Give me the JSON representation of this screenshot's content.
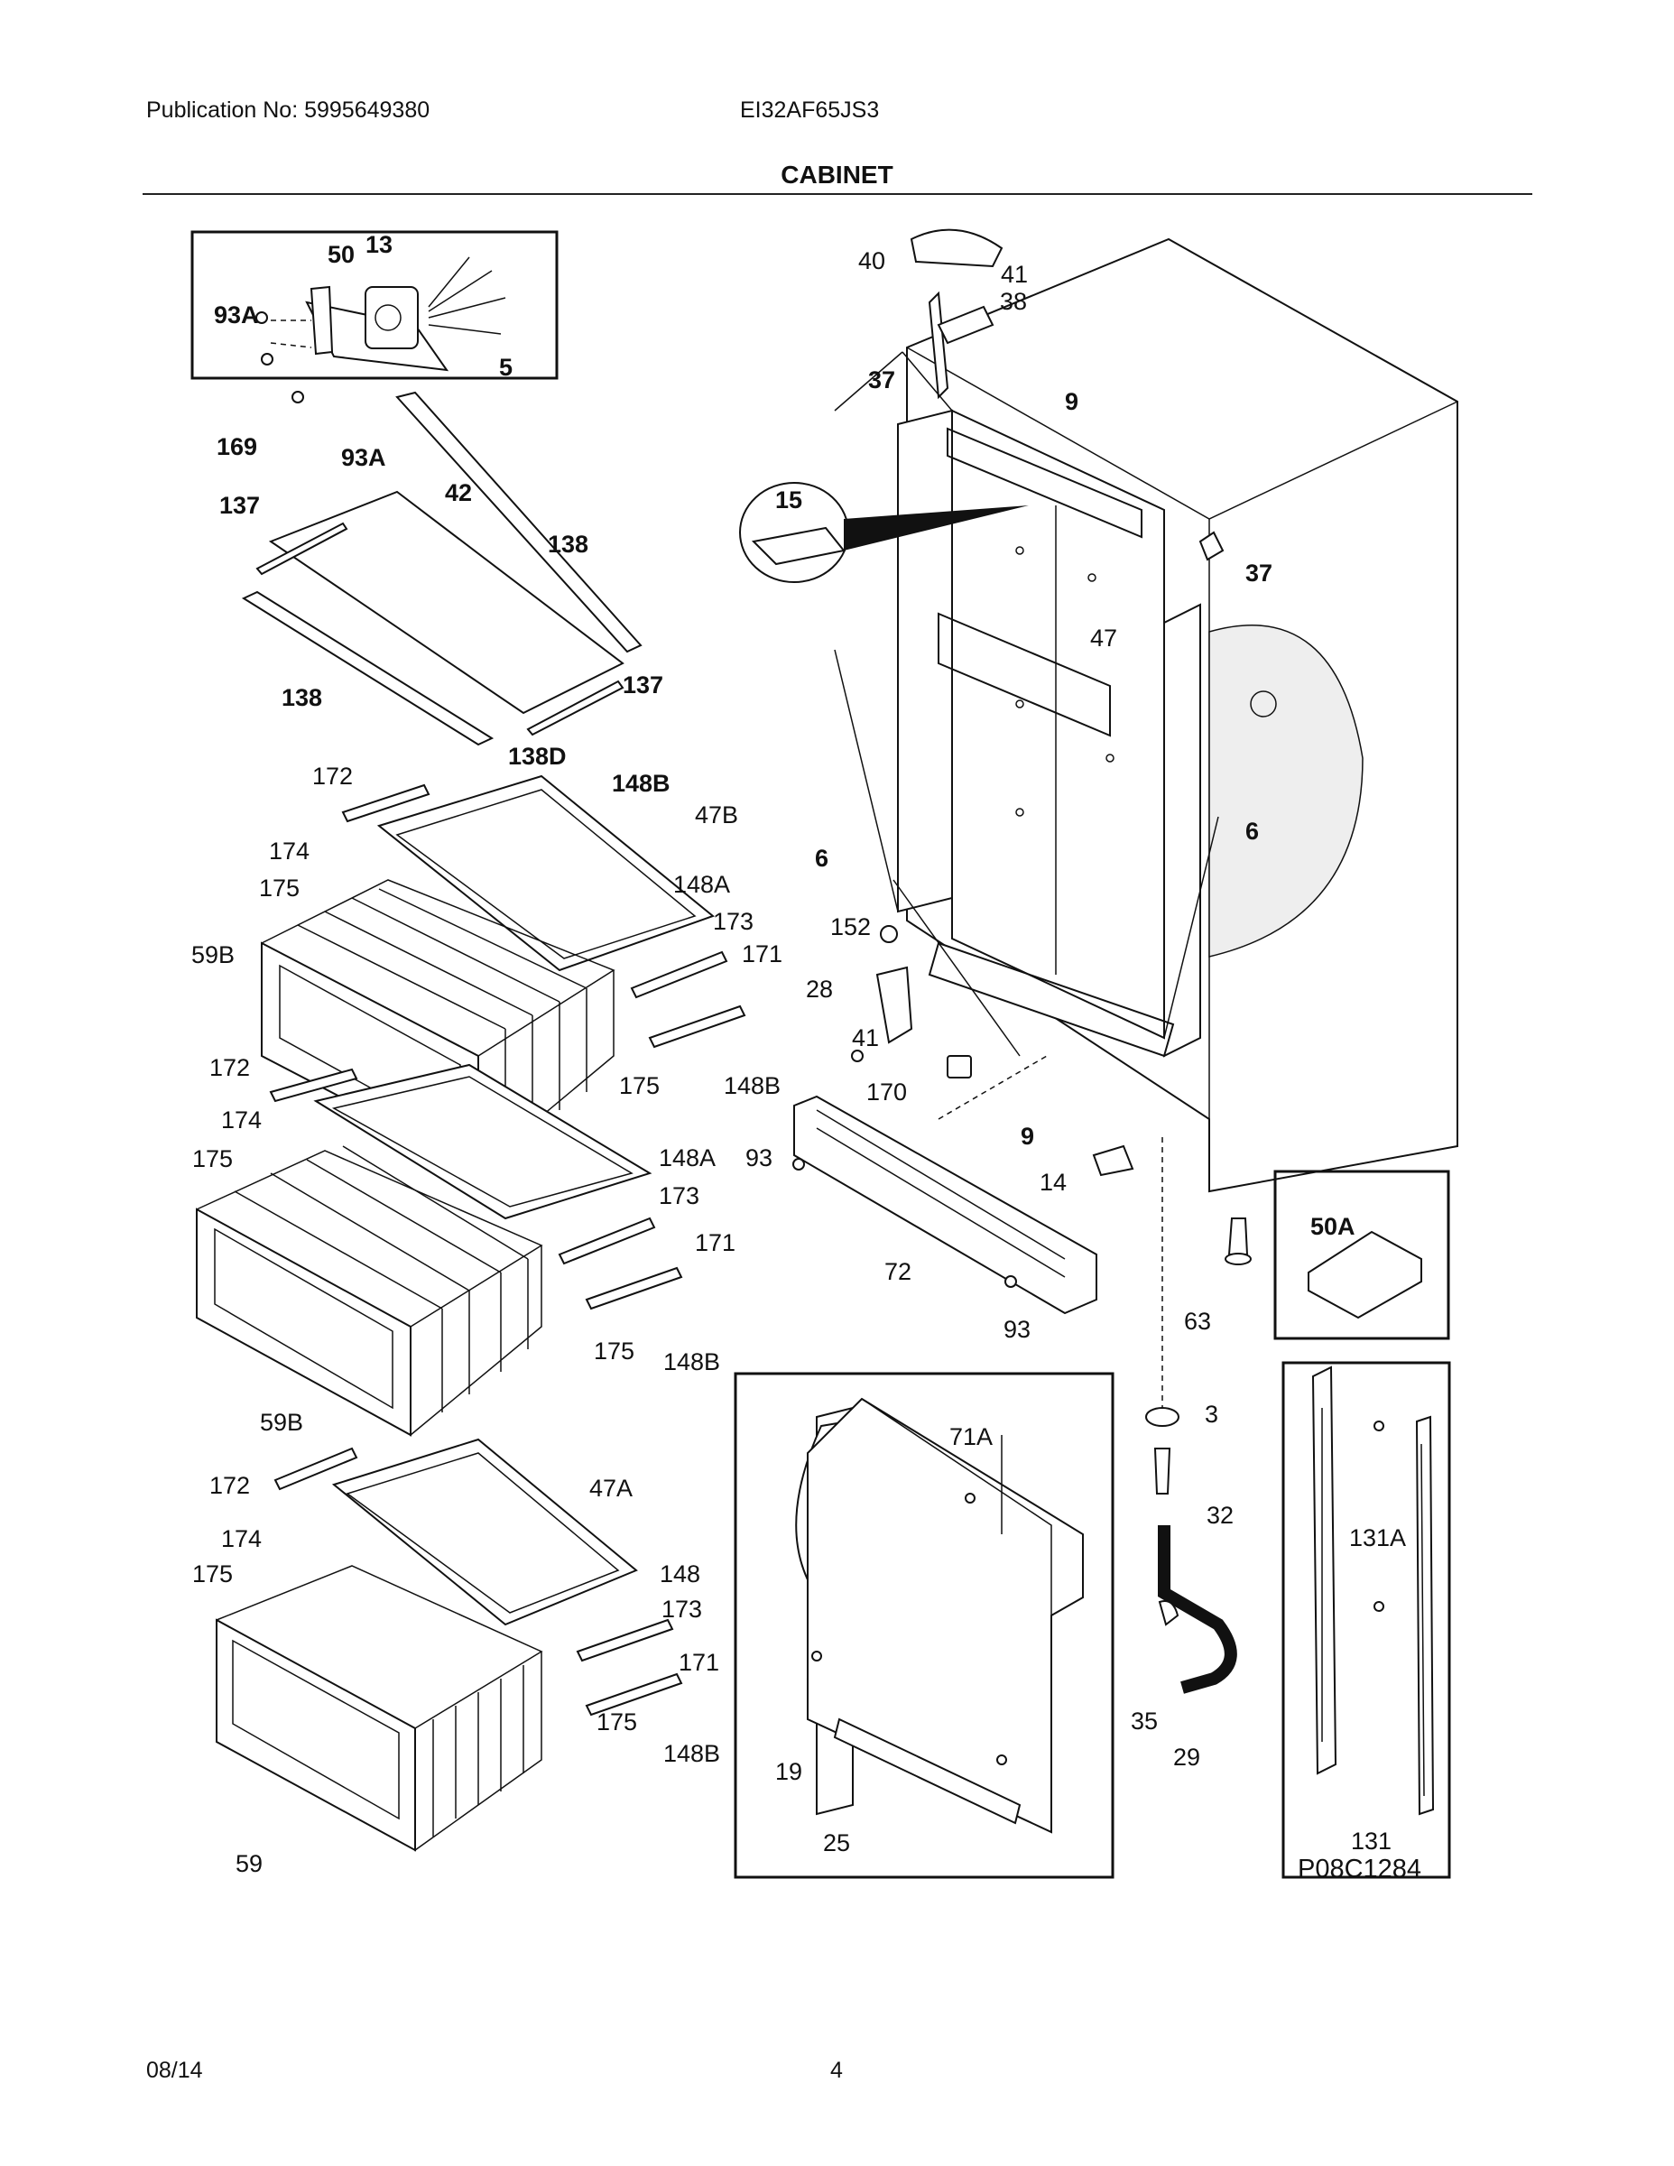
{
  "header": {
    "publication": "Publication No: 5995649380",
    "model": "EI32AF65JS3",
    "title": "CABINET"
  },
  "footer": {
    "date": "08/14",
    "page": "4"
  },
  "diagram": {
    "code": "P08C1284",
    "labels": [
      "50",
      "13",
      "93A",
      "5",
      "169",
      "93A",
      "137",
      "42",
      "138",
      "138",
      "137",
      "138D",
      "148B",
      "172",
      "47B",
      "174",
      "148A",
      "175",
      "173",
      "59B",
      "171",
      "175",
      "148B",
      "172",
      "174",
      "148A",
      "175",
      "173",
      "171",
      "175",
      "148B",
      "59B",
      "172",
      "47A",
      "174",
      "175",
      "148",
      "173",
      "171",
      "175",
      "148B",
      "59",
      "40",
      "41",
      "38",
      "37",
      "9",
      "15",
      "37",
      "47",
      "6",
      "6",
      "152",
      "28",
      "41",
      "170",
      "9",
      "93",
      "14",
      "72",
      "93",
      "63",
      "50A",
      "3",
      "71A",
      "32",
      "131A",
      "35",
      "19",
      "29",
      "25",
      "131"
    ]
  }
}
